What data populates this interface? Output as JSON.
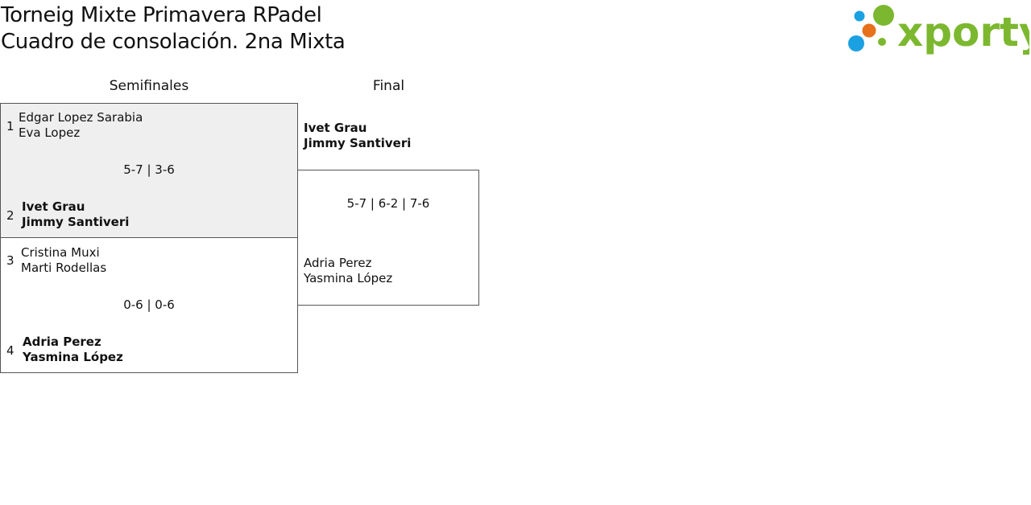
{
  "header": {
    "title_line1": "Torneig Mixte Primavera RPadel",
    "title_line2": "Cuadro de consolación. 2na Mixta"
  },
  "logo": {
    "text": "xporty",
    "colors": {
      "green": "#7cb82f",
      "blue": "#1ba1e2",
      "orange": "#e8711c"
    }
  },
  "rounds": {
    "semifinals_label": "Semifinales",
    "final_label": "Final"
  },
  "semifinals": [
    {
      "top": {
        "seed": "1",
        "player1": "Edgar Lopez Sarabia",
        "player2": "Eva Lopez",
        "winner": false
      },
      "score": "5-7 | 3-6",
      "bottom": {
        "seed": "2",
        "player1": "Ivet Grau",
        "player2": "Jimmy Santiveri",
        "winner": true
      }
    },
    {
      "top": {
        "seed": "3",
        "player1": "Cristina Muxi",
        "player2": "Marti Rodellas",
        "winner": false
      },
      "score": "0-6 | 0-6",
      "bottom": {
        "seed": "4",
        "player1": "Adria Perez",
        "player2": "Yasmina López",
        "winner": true
      }
    }
  ],
  "final": {
    "top": {
      "player1": "Ivet Grau",
      "player2": "Jimmy Santiveri",
      "winner": true
    },
    "score": "5-7 | 6-2 | 7-6",
    "bottom": {
      "player1": "Adria Perez",
      "player2": "Yasmina López",
      "winner": false
    }
  }
}
